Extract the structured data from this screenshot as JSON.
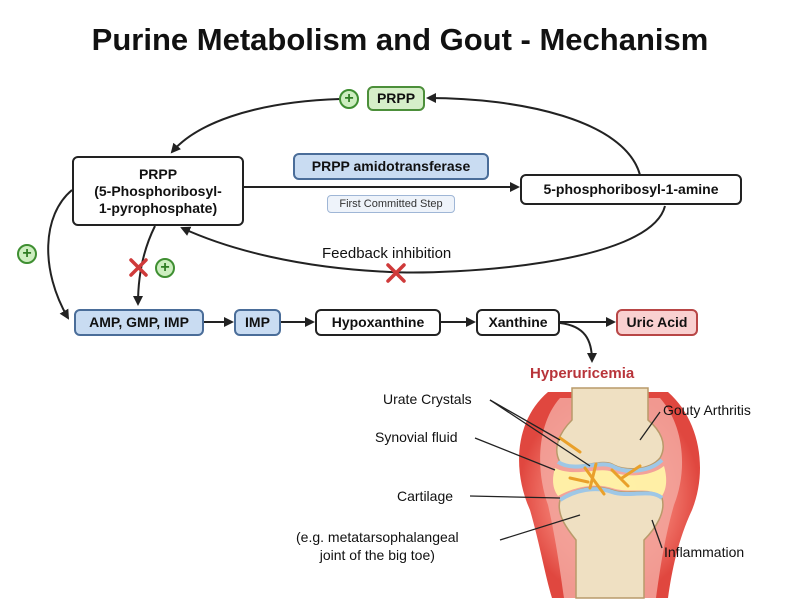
{
  "title": "Purine Metabolism and Gout - Mechanism",
  "nodes": {
    "prpp_top": "PRPP",
    "prpp_main": [
      "PRPP",
      "(5-Phosphoribosyl-",
      "1-pyrophosphate)"
    ],
    "enzyme": "PRPP amidotransferase",
    "committed_step": "First Committed Step",
    "amine": "5-phosphoribosyl-1-amine",
    "feedback": "Feedback inhibition",
    "amp_gmp_imp": "AMP, GMP, IMP",
    "imp": "IMP",
    "hypoxanthine": "Hypoxanthine",
    "xanthine": "Xanthine",
    "uric_acid": "Uric Acid",
    "hyperuricemia": "Hyperuricemia"
  },
  "symbols": {
    "plus": "+"
  },
  "joint_labels": {
    "urate_crystals": "Urate Crystals",
    "synovial_fluid": "Synovial fluid",
    "cartilage": "Cartilage",
    "example": [
      "(e.g. metatarsophalangeal",
      "joint of the big toe)"
    ],
    "gouty_arthritis": "Gouty Arthritis",
    "inflammation": "Inflammation"
  },
  "colors": {
    "activation": "#3f8f32",
    "inhibition": "#cf3a3a",
    "uric_acid": "#b84646",
    "pathway_blue": "#c9dcf2"
  }
}
